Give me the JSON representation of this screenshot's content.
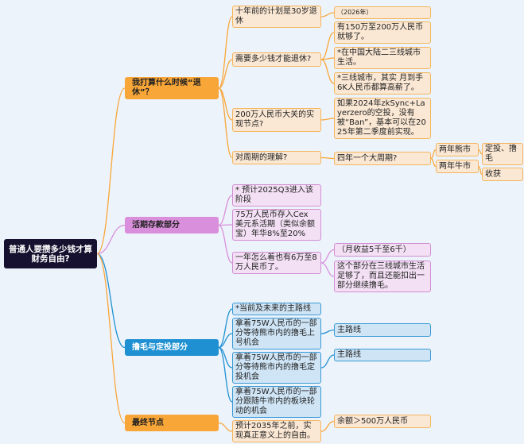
{
  "root": "普通人要攒多少钱才算财务自由?",
  "branches": {
    "retire": {
      "label": "我打算什么时候“退休”？",
      "plan": "十年前的计划是30岁退休",
      "plan_year": "（2026年）",
      "how_much": "需要多少钱才能退休?",
      "how_much_items": [
        "有150万至200万人民币就够了。",
        "*在中国大陆二三线城市生活。",
        "*三线城市，其实 月到手6K人民币都算高薪了。"
      ],
      "milestone": "200万人民币大关的实现节点?",
      "milestone_answer": "如果2024年zkSync+Layerzero的空投，没有被“Ban”，基本可以在2025年第二季度前实现。",
      "cycle": "对周期的理解?",
      "cycle_answer": "四年一个大周期?",
      "bear": "两年熊市",
      "bear_action": "定投、撸毛",
      "bull": "两年牛市",
      "bull_action": "收获"
    },
    "savings": {
      "label": "活期存款部分",
      "stage": "*  预计2025Q3进入该阶段",
      "deposit": "75万人民币存入Cex 美元系活期（类似余额宝）年华8%至20%",
      "yearly": "一年怎么着也有6万至8万人民币了。",
      "monthly": "（月收益5千至6千）",
      "enough": "这个部分在三线城市生活足够了，而且还能扣出一部分继续撸毛。"
    },
    "airdrop": {
      "label": "撸毛与定投部分",
      "mainline": "*当前及未来的主路线",
      "item1": "拿着75W人民币的一部分等待熊市内的撸毛上号机会",
      "item1_tag": "主路线",
      "item2": "拿着75W人民币的一部分等待熊市内的撸毛定投机会",
      "item2_tag": "主路线",
      "item3": "拿着75W人民币的一部分跟随牛市内的板块轮动的机会"
    },
    "final": {
      "label": "最终节点",
      "goal": "预计2035年之前，实现真正意义上的自由。",
      "balance": "余额＞500万人民币"
    }
  },
  "colors": {
    "orange": "#f9a638",
    "pink": "#d98fdb",
    "blue": "#1f91d2",
    "root": "#15112e",
    "background": "#edf3fb"
  }
}
